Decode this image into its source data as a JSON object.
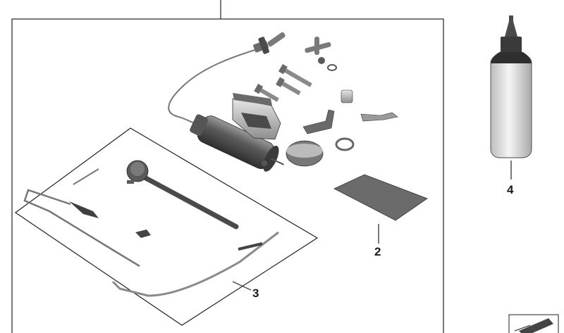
{
  "diagram": {
    "callouts": [
      {
        "id": "2",
        "label": "2"
      },
      {
        "id": "3",
        "label": "3"
      },
      {
        "id": "4",
        "label": "4"
      }
    ]
  },
  "colors": {
    "line": "#222222",
    "part_dark": "#4a4a4a",
    "part_mid": "#8a8a8a",
    "part_light": "#c8c8c8",
    "bottle_body": "#e2e2e2",
    "mat": "#6b6b6b"
  }
}
